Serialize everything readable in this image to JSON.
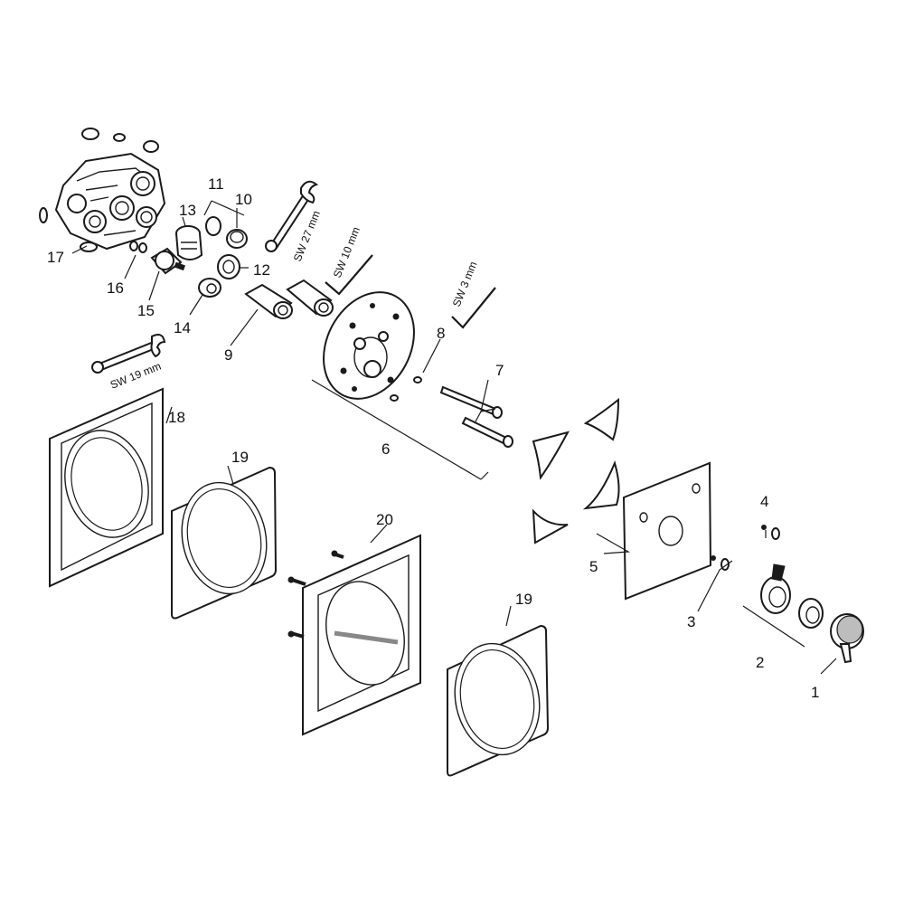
{
  "callouts": {
    "c1": "1",
    "c2": "2",
    "c3": "3",
    "c4": "4",
    "c5": "5",
    "c6": "6",
    "c7": "7",
    "c8": "8",
    "c9": "9",
    "c10": "10",
    "c11": "11",
    "c12": "12",
    "c13": "13",
    "c14": "14",
    "c15": "15",
    "c16": "16",
    "c17": "17",
    "c18": "18",
    "c19a": "19",
    "c19b": "19",
    "c20": "20"
  },
  "tools": {
    "sw27": "SW 27 mm",
    "sw10": "SW 10 mm",
    "sw3": "SW 3 mm",
    "sw19": "SW 19 mm"
  }
}
